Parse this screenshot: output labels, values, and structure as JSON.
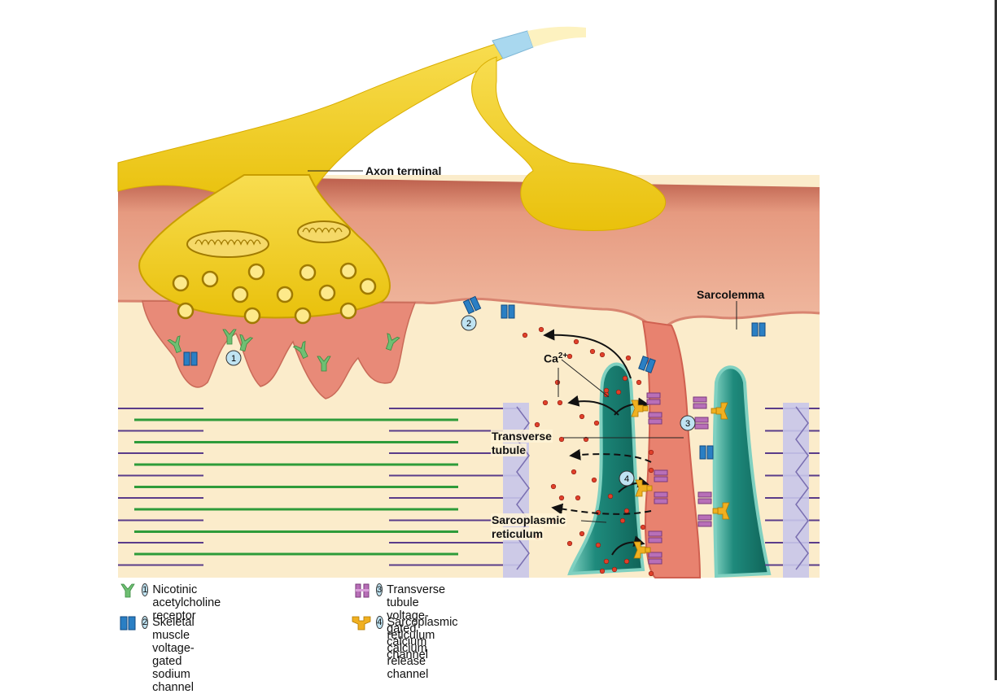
{
  "labels": {
    "axon_terminal": "Axon terminal",
    "sarcolemma": "Sarcolemma",
    "calcium": "Ca",
    "calcium_sup": "2+",
    "transverse_tubule_1": "Transverse",
    "transverse_tubule_2": "tubule",
    "sarcoplasmic_1": "Sarcoplasmic",
    "sarcoplasmic_2": "reticulum"
  },
  "markers": [
    "1",
    "2",
    "3",
    "4"
  ],
  "legend": [
    {
      "num": "1",
      "icon": "nicotinic-receptor-icon",
      "lines": [
        "Nicotinic acetylcholine receptor"
      ]
    },
    {
      "num": "2",
      "icon": "sodium-channel-icon",
      "lines": [
        "Skeletal muscle voltage-gated",
        "sodium channel"
      ]
    },
    {
      "num": "3",
      "icon": "t-tubule-calcium-channel-icon",
      "lines": [
        "Transverse tubule voltage-gated",
        "calcium channel"
      ]
    },
    {
      "num": "4",
      "icon": "sr-calcium-release-channel-icon",
      "lines": [
        "Sarcoplasmic reticulum calcium",
        "release channel"
      ]
    }
  ],
  "colors": {
    "axon": "#f2cd1c",
    "sarcolemma": "#e08a7a",
    "cytoplasm": "#fbeccb",
    "sr": "#1e8a7c",
    "myosin": "#5a3c8a",
    "actin": "#2e9b3a",
    "receptor": "#6fbf73",
    "sodium": "#2a7fc4",
    "tt_channel": "#b86fb8",
    "sr_channel": "#f0b020",
    "marker": "#bfe3f2"
  }
}
